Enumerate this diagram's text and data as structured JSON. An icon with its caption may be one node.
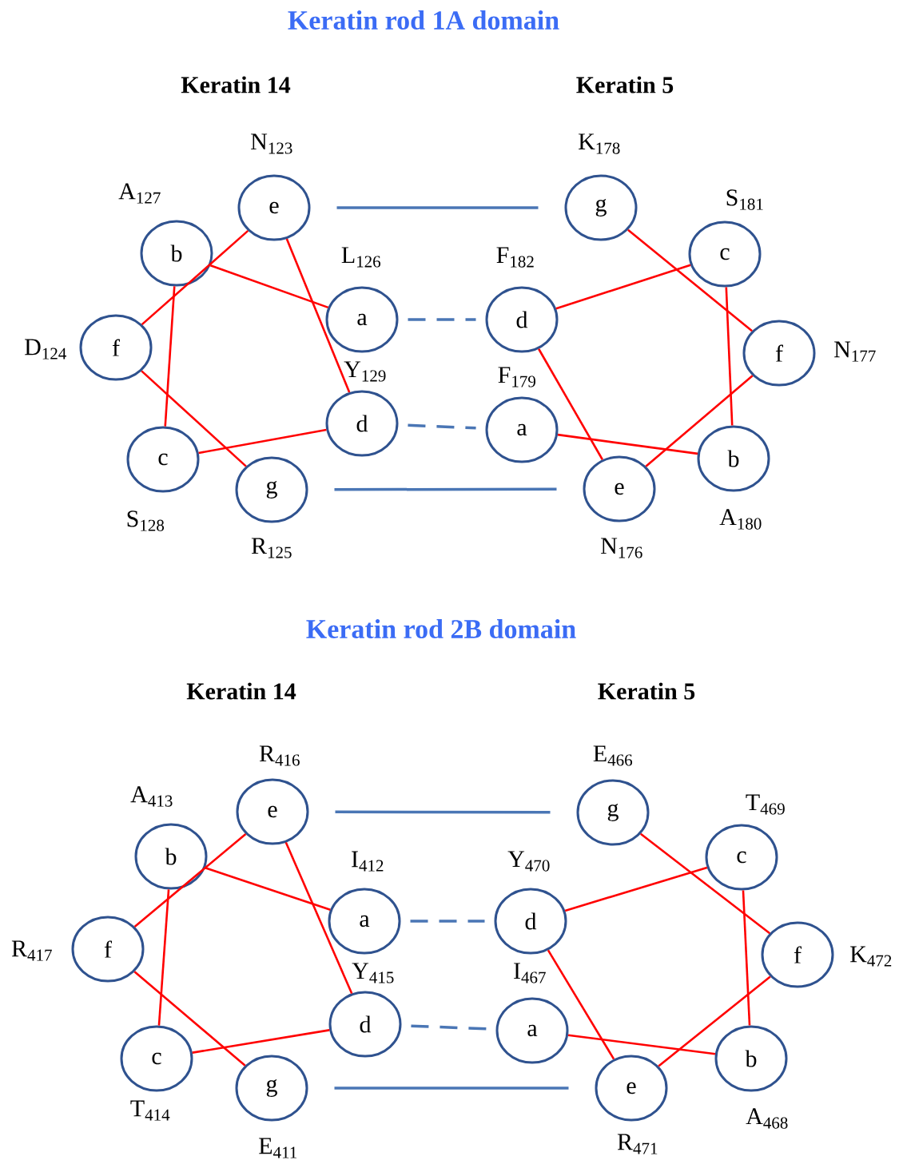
{
  "diagram": {
    "nodes": [
      {
        "text": [
          "e"
        ],
        "beside": [
          "N$_{123}$"
        ]
      },
      {
        "text": [
          "b"
        ],
        "beside": [
          "A$_{127}$"
        ]
      },
      {
        "text": [
          "a"
        ],
        "beside": [
          "L$_{126}$"
        ]
      },
      {
        "text": [
          "f"
        ],
        "beside": [
          "D$_{124}$"
        ]
      },
      {
        "text": [
          "d"
        ],
        "beside": [
          "Y$_{129}$"
        ]
      },
      {
        "text": [
          "c"
        ],
        "beside": [
          "S$_{128}$"
        ]
      },
      {
        "text": [
          "g"
        ],
        "beside": [
          "R$_{125}$"
        ]
      },
      {
        "text": [
          "g"
        ],
        "beside": [
          "K$_{178}$"
        ]
      },
      {
        "text": [
          "c"
        ],
        "beside": [
          "S$_{181}$"
        ]
      },
      {
        "text": [
          "d"
        ],
        "beside": [
          "F$_{182}$"
        ]
      },
      {
        "text": [
          "f"
        ],
        "beside": [
          "N$_{177}$"
        ]
      },
      {
        "text": [
          "a"
        ],
        "beside": [
          "F$_{179}$"
        ]
      },
      {
        "text": [
          "b"
        ],
        "beside": [
          "A$_{180}$"
        ]
      },
      {
        "text": [
          "e"
        ],
        "beside": [
          "N$_{176}$"
        ]
      },
      {
        "text": [
          "e"
        ],
        "beside": [
          "R$_{416}$"
        ]
      },
      {
        "text": [
          "b"
        ],
        "beside": [
          "A$_{413}$"
        ]
      },
      {
        "text": [
          "a"
        ],
        "beside": [
          "I$_{412}$"
        ]
      },
      {
        "text": [
          "f"
        ],
        "beside": [
          "R$_{417}$"
        ]
      },
      {
        "text": [
          "d"
        ],
        "beside": [
          "Y$_{415}$"
        ]
      },
      {
        "text": [
          "c"
        ],
        "beside": [
          "T$_{414}$"
        ]
      },
      {
        "text": [
          "g"
        ],
        "beside": [
          "E$_{411}$"
        ]
      },
      {
        "text": [
          "g"
        ],
        "beside": [
          "E$_{466}$"
        ]
      },
      {
        "text": [
          "c"
        ],
        "beside": [
          "T$_{469}$"
        ]
      },
      {
        "text": [
          "d"
        ],
        "beside": [
          "Y$_{470}$"
        ]
      },
      {
        "text": [
          "f"
        ],
        "beside": [
          "K$_{472}$"
        ]
      },
      {
        "text": [
          "a"
        ],
        "beside": [
          "I$_{467}$"
        ]
      },
      {
        "text": [
          "b"
        ],
        "beside": [
          "A$_{468}$"
        ]
      },
      {
        "text": [
          "e"
        ],
        "beside": [
          "R$_{471}$"
        ]
      }
    ],
    "edges": [
      {
        "from": 2,
        "to": 1,
        "arrow": "none"
      },
      {
        "from": 1,
        "to": 5,
        "arrow": "none"
      },
      {
        "from": 5,
        "to": 4,
        "arrow": "none"
      },
      {
        "from": 4,
        "to": 0,
        "arrow": "none"
      },
      {
        "from": 0,
        "to": 3,
        "arrow": "none"
      },
      {
        "from": 3,
        "to": 6,
        "arrow": "none"
      },
      {
        "from": 7,
        "to": 10,
        "arrow": "none"
      },
      {
        "from": 10,
        "to": 13,
        "arrow": "none"
      },
      {
        "from": 13,
        "to": 9,
        "arrow": "none"
      },
      {
        "from": 9,
        "to": 8,
        "arrow": "none"
      },
      {
        "from": 8,
        "to": 12,
        "arrow": "none"
      },
      {
        "from": 12,
        "to": 11,
        "arrow": "none"
      },
      {
        "from": 0,
        "to": 7,
        "arrow": "none",
        "color": "#4a76b5"
      },
      {
        "from": 2,
        "to": 9,
        "arrow": "none",
        "style": "dashed",
        "color": "#4a76b5"
      },
      {
        "from": 4,
        "to": 11,
        "arrow": "none",
        "style": "dashed",
        "color": "#4a76b5"
      },
      {
        "from": 6,
        "to": 13,
        "arrow": "none",
        "color": "#4a76b5"
      },
      {
        "from": 16,
        "to": 15,
        "arrow": "none"
      },
      {
        "from": 15,
        "to": 19,
        "arrow": "none"
      },
      {
        "from": 19,
        "to": 18,
        "arrow": "none"
      },
      {
        "from": 18,
        "to": 14,
        "arrow": "none"
      },
      {
        "from": 14,
        "to": 17,
        "arrow": "none"
      },
      {
        "from": 17,
        "to": 20,
        "arrow": "none"
      },
      {
        "from": 21,
        "to": 24,
        "arrow": "none"
      },
      {
        "from": 24,
        "to": 27,
        "arrow": "none"
      },
      {
        "from": 27,
        "to": 23,
        "arrow": "none"
      },
      {
        "from": 23,
        "to": 22,
        "arrow": "none"
      },
      {
        "from": 22,
        "to": 26,
        "arrow": "none"
      },
      {
        "from": 26,
        "to": 25,
        "arrow": "none"
      },
      {
        "from": 14,
        "to": 21,
        "arrow": "none",
        "color": "#4a76b5"
      },
      {
        "from": 16,
        "to": 23,
        "arrow": "none",
        "style": "dashed",
        "color": "#4a76b5"
      },
      {
        "from": 18,
        "to": 25,
        "arrow": "none",
        "style": "dashed",
        "color": "#4a76b5"
      },
      {
        "from": 20,
        "to": 27,
        "arrow": "none",
        "color": "#4a76b5"
      }
    ],
    "labels": [
      "Keratin rod 1A domain",
      "Keratin 14",
      "Keratin 5",
      "Keratin rod 2B domain",
      "Keratin 14",
      "Keratin 5"
    ]
  }
}
